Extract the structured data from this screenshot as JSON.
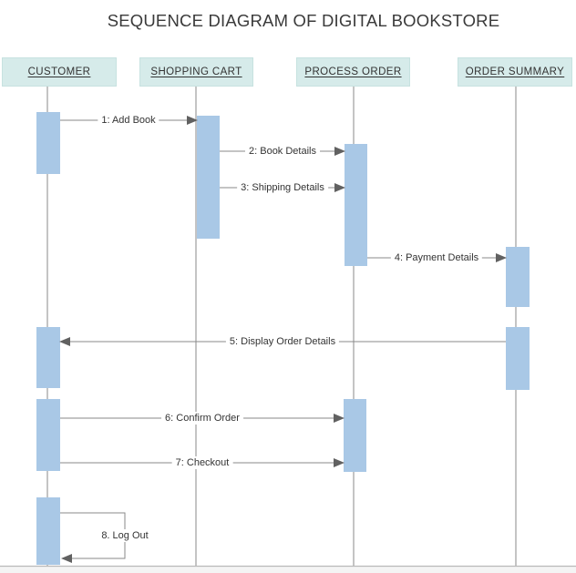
{
  "title": "SEQUENCE DIAGRAM OF DIGITAL BOOKSTORE",
  "actors": [
    {
      "label": "CUSTOMER"
    },
    {
      "label": "SHOPPING CART"
    },
    {
      "label": "PROCESS ORDER"
    },
    {
      "label": "ORDER SUMMARY"
    }
  ],
  "messages": [
    {
      "label": "1: Add Book",
      "from": "CUSTOMER",
      "to": "SHOPPING CART",
      "direction": "right"
    },
    {
      "label": "2: Book Details",
      "from": "SHOPPING CART",
      "to": "PROCESS ORDER",
      "direction": "right"
    },
    {
      "label": "3: Shipping Details",
      "from": "SHOPPING CART",
      "to": "PROCESS ORDER",
      "direction": "right"
    },
    {
      "label": "4: Payment Details",
      "from": "PROCESS ORDER",
      "to": "ORDER SUMMARY",
      "direction": "right"
    },
    {
      "label": "5: Display Order Details",
      "from": "ORDER SUMMARY",
      "to": "CUSTOMER",
      "direction": "left"
    },
    {
      "label": "6: Confirm Order",
      "from": "CUSTOMER",
      "to": "PROCESS ORDER",
      "direction": "right"
    },
    {
      "label": "7: Checkout",
      "from": "CUSTOMER",
      "to": "PROCESS ORDER",
      "direction": "right"
    },
    {
      "label": "8. Log Out",
      "from": "CUSTOMER",
      "to": "CUSTOMER",
      "direction": "self"
    }
  ],
  "colors": {
    "actor_box_fill": "#d6ebea",
    "actor_box_border": "#c7e2e0",
    "activation_fill": "#a9c8e6",
    "line": "#8a8a8a",
    "arrowhead": "#616161",
    "text": "#333333",
    "page_border": "#b9b9b9",
    "below_page": "#f4f4f4"
  }
}
